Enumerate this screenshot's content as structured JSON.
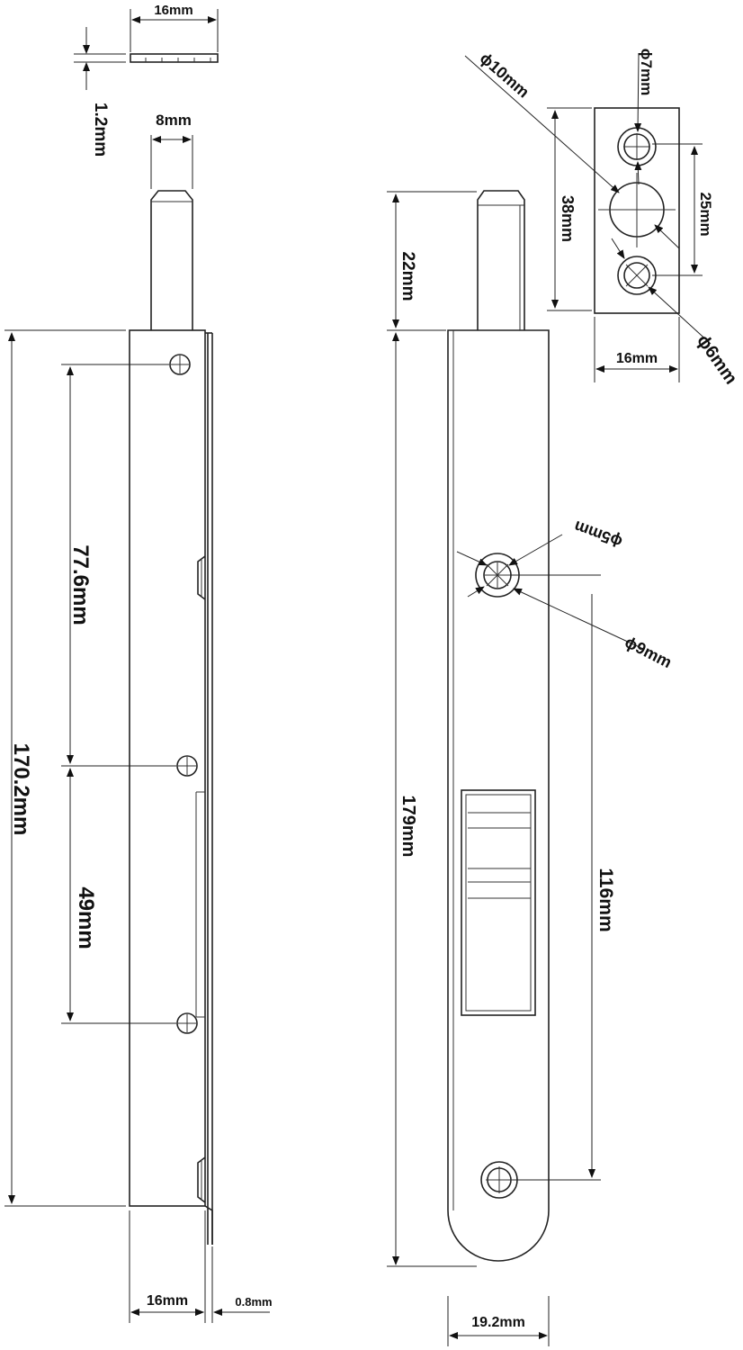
{
  "labels": {
    "side_top_width": "16mm",
    "side_thickness": "1.2mm",
    "side_bolt_width": "8mm",
    "side_hole_gap_a": "77.6mm",
    "side_hole_gap_b": "49mm",
    "side_total_length": "170.2mm",
    "side_bottom_width": "16mm",
    "side_plate_thickness": "0.8mm",
    "front_bolt_extension": "22mm",
    "front_total_length": "179mm",
    "front_hole_spacing": "116mm",
    "front_width": "19.2mm",
    "front_small_hole": "ϕ5mm",
    "front_countersink": "ϕ9mm",
    "keeper_large_hole": "ϕ10mm",
    "keeper_top_hole": "ϕ7mm",
    "keeper_bottom_hole": "ϕ6mm",
    "keeper_length": "38mm",
    "keeper_hole_spacing": "25mm",
    "keeper_width": "16mm"
  }
}
